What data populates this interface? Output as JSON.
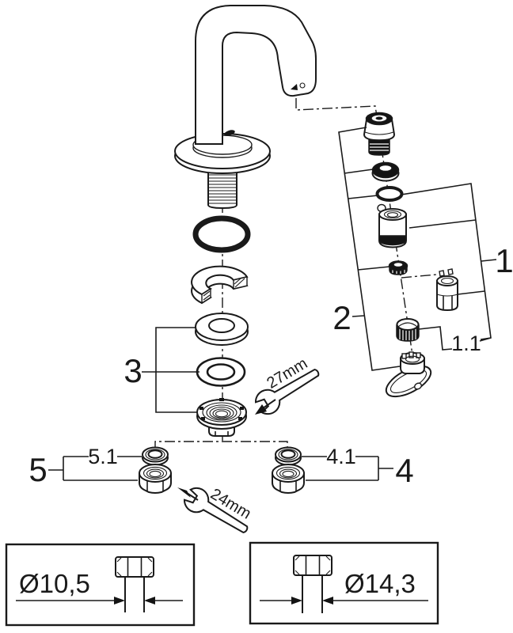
{
  "callouts": {
    "p1": "1",
    "p1_1": "1.1",
    "p2": "2",
    "p3": "3",
    "p4": "4",
    "p4_1": "4.1",
    "p5": "5",
    "p5_1": "5.1"
  },
  "tools": {
    "wrench_27": "27mm",
    "wrench_24": "24mm"
  },
  "dimension_boxes": {
    "left": "Ø10,5",
    "right": "Ø14,3"
  },
  "colors": {
    "ink": "#1a1a1a",
    "background": "#ffffff"
  }
}
